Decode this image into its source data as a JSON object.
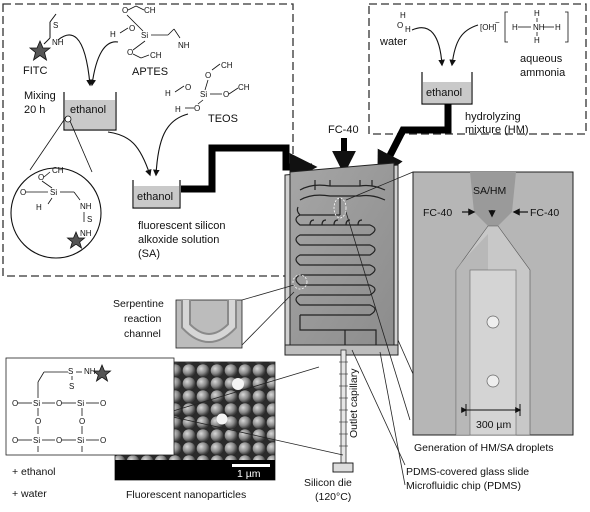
{
  "labels": {
    "fitc": "FITC",
    "aptes": "APTES",
    "teos": "TEOS",
    "mixing_1": "Mixing",
    "mixing_2": "20 h",
    "ethanol_a": "ethanol",
    "ethanol_b": "ethanol",
    "ethanol_c": "ethanol",
    "sa_1": "fluorescent silicon",
    "sa_2": "alkoxide solution",
    "sa_3": "(SA)",
    "water": "water",
    "aqueous_1": "aqueous",
    "aqueous_2": "ammonia",
    "hm_1": "hydrolyzing",
    "hm_2": "mixture (HM)",
    "fc40_top": "FC-40",
    "sa_hm": "SA/HM",
    "fc40_left": "FC-40",
    "fc40_right": "FC-40",
    "scale_300": "300 µm",
    "serpentine_1": "Serpentine",
    "serpentine_2": "reaction",
    "serpentine_3": "channel",
    "plus_ethanol": "+ ethanol",
    "plus_water": "+ water",
    "scale_1um": "1 µm",
    "nanoparticles": "Fluorescent nanoparticles",
    "outlet": "Outlet capillary",
    "silicon_1": "Silicon die",
    "silicon_2": "(120°C)",
    "pdms_slide": "PDMS-covered glass slide",
    "chip": "Microfluidic chip (PDMS)",
    "generation": "Generation of HM/SA droplets"
  },
  "chem": {
    "s": "S",
    "nh": "NH",
    "h2n": "H",
    "nh2": "NH",
    "oh": "[OH]",
    "minus": "−",
    "ch3": "CH",
    "h3c": "H",
    "si": "Si",
    "o": "O"
  }
}
